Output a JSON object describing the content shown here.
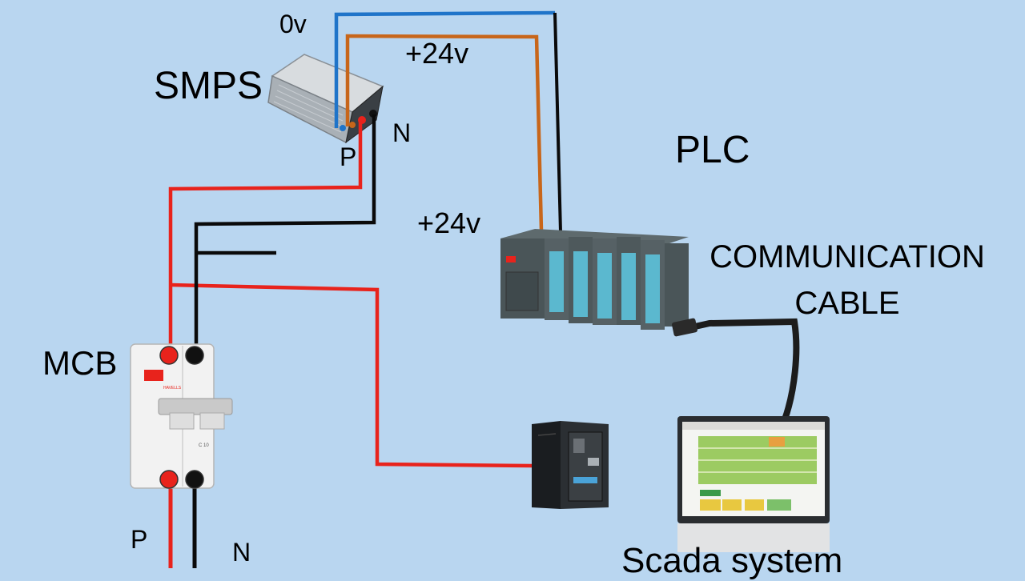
{
  "labels": {
    "smps": "SMPS",
    "zero_v": "0v",
    "plus24_top": "+24v",
    "smps_p": "P",
    "smps_n": "N",
    "plc": "PLC",
    "plus24_plc": "+24v",
    "comm_line1": "COMMUNICATION",
    "comm_line2": "CABLE",
    "mcb": "MCB",
    "supply_p": "P",
    "supply_n": "N",
    "scada": "Scada system",
    "mcb_brand": "HAVELLS",
    "mcb_rating": "C 10"
  },
  "colors": {
    "background": "#b9d6f0",
    "phase_wire": "#e8231c",
    "neutral_wire": "#0a0a0a",
    "zero_v_wire": "#1f74c9",
    "plus24_wire": "#c8661a",
    "comm_cable": "#1c1c1c",
    "plc_body": "#4a5558",
    "plc_module": "#5bb8cf"
  }
}
